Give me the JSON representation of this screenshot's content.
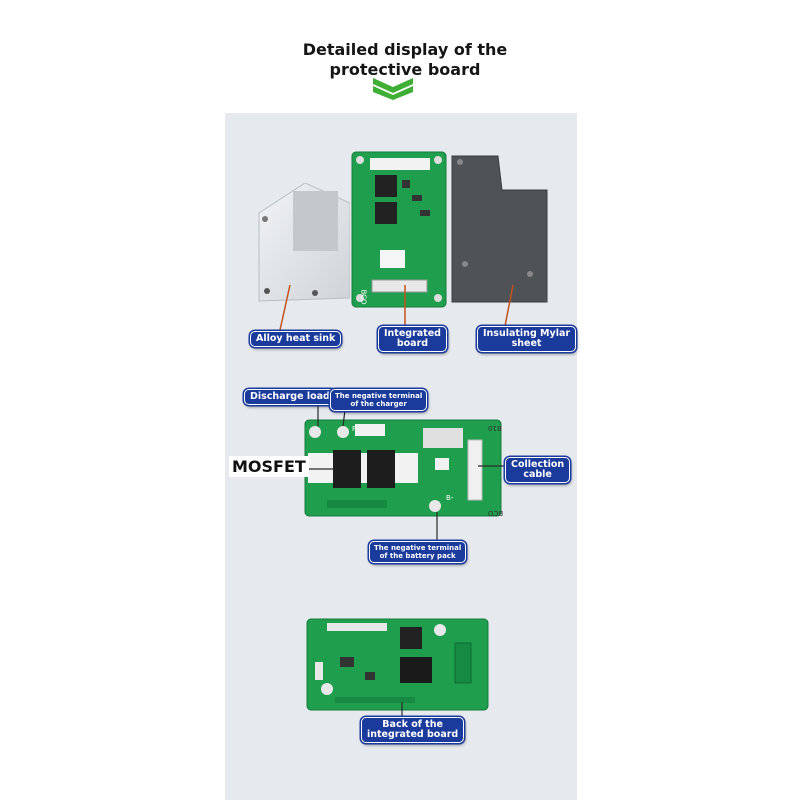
{
  "header": {
    "title_line1": "Detailed display of the",
    "title_line2": "protective board"
  },
  "callouts": {
    "alloy_heat_sink": "Alloy heat sink",
    "integrated_board": [
      "Integrated",
      "board"
    ],
    "insulating_mylar": [
      "Insulating Mylar",
      "sheet"
    ],
    "discharge_load": "Discharge load",
    "charger_negative": [
      "The negative terminal",
      "of the charger"
    ],
    "mosfet": "MOSFET",
    "collection_cable": [
      "Collection",
      "cable"
    ],
    "battery_negative": [
      "The negative terminal",
      "of the battery pack"
    ],
    "back_board": [
      "Back of the",
      "integrated board"
    ]
  },
  "board_markings": {
    "b10": "B10",
    "bco": "BCO",
    "b_minus": "B-",
    "p_minus": "P-"
  },
  "colors": {
    "accent_green": "#3fae35",
    "callout_blue": "#1a3a9c",
    "pcb_green": "#1f9e4e",
    "panel_gray": "#e6e9ee",
    "heatsink": "#dfe2e6",
    "mylar": "#4f5358"
  },
  "icons": [
    "double-chevron-down-icon"
  ]
}
